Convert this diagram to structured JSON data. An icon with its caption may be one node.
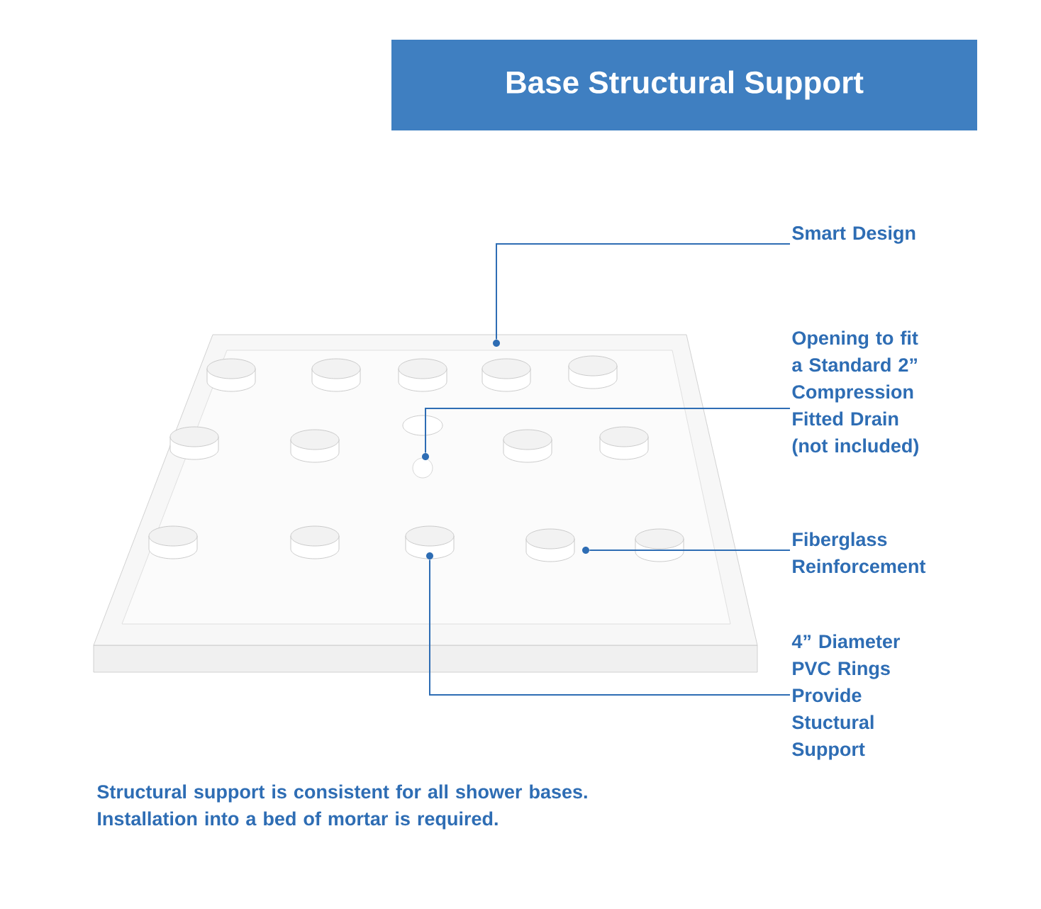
{
  "diagram": {
    "title": "Base Structural Support",
    "nodes": [
      {
        "text": [
          "Smart Design"
        ]
      },
      {
        "text": [
          "Opening to fit a Standard 2” Compression Fitted Drain (not included)"
        ]
      },
      {
        "text": [
          "Fiberglass Reinforcement"
        ]
      },
      {
        "text": [
          "4” Diameter PVC Rings Provide Stuctural Support"
        ]
      },
      {
        "text": [],
        "shape": "circle"
      },
      {
        "text": [],
        "shape": "circle"
      },
      {
        "text": [],
        "shape": "circle"
      },
      {
        "text": [],
        "shape": "circle"
      }
    ],
    "edges": [
      {
        "from": 0,
        "to": 4,
        "arrow": "none"
      },
      {
        "from": 1,
        "to": 5,
        "arrow": "none"
      },
      {
        "from": 2,
        "to": 6,
        "arrow": "none"
      },
      {
        "from": 3,
        "to": 7,
        "arrow": "none"
      }
    ],
    "labels": [
      "Structural support is consistent for all shower bases. Installation into a bed of mortar is required."
    ]
  }
}
